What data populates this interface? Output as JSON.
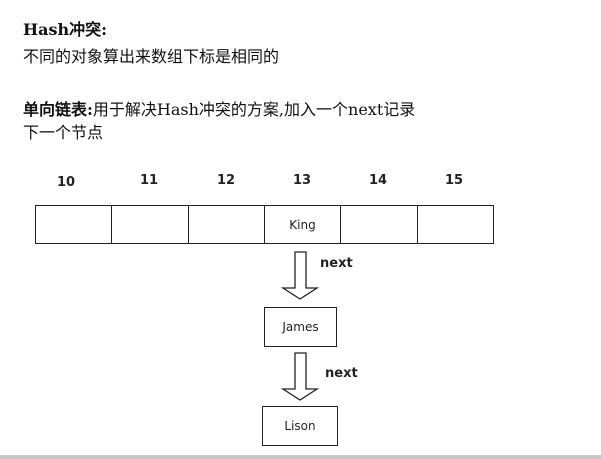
{
  "section1": {
    "title": "Hash冲突:",
    "text": "不同的对象算出来数组下标是相同的"
  },
  "section2": {
    "title": "单向链表:",
    "text": "用于解决Hash冲突的方案,加入一个next记录",
    "text2": "下一个节点"
  },
  "diagram": {
    "indices": [
      "10",
      "11",
      "12",
      "13",
      "14",
      "15"
    ],
    "cells": [
      "",
      "",
      "",
      "King",
      "",
      ""
    ],
    "nodes": [
      "James",
      "Lison"
    ],
    "arrow_label": "next"
  }
}
